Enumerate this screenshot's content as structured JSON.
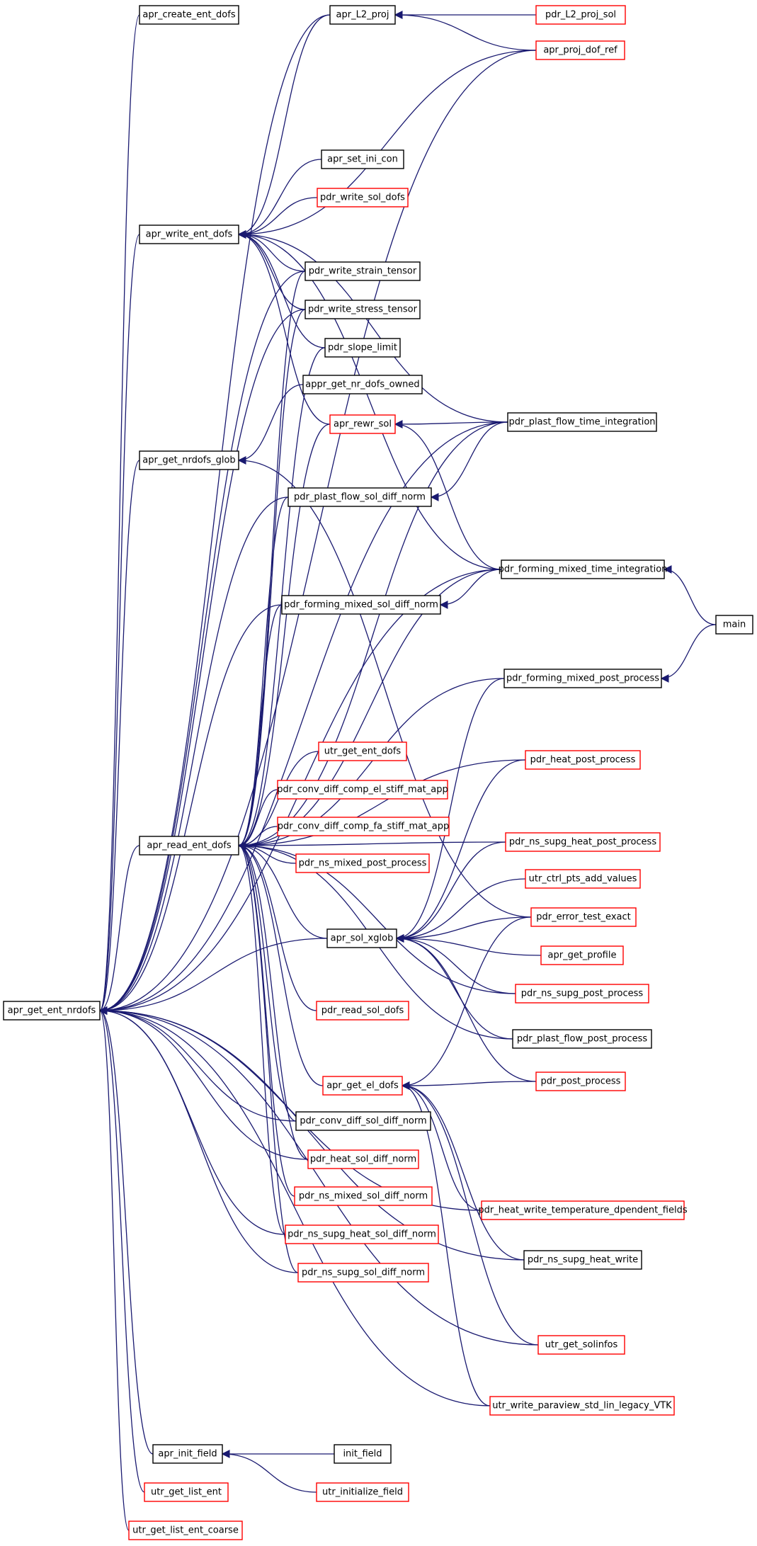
{
  "colors": {
    "edge": "#191970",
    "border_linked": "#000000",
    "border_unlinked": "#ff0000",
    "focus_fill": "#bfbfbf"
  },
  "nodes": [
    {
      "id": "apr_get_ent_nrdofs",
      "label": "apr_get_ent_nrdofs",
      "kind": "focus"
    },
    {
      "id": "apr_create_ent_dofs",
      "label": "apr_create_ent_dofs",
      "kind": "black"
    },
    {
      "id": "apr_L2_proj",
      "label": "apr_L2_proj",
      "kind": "black"
    },
    {
      "id": "pdr_L2_proj_sol",
      "label": "pdr_L2_proj_sol",
      "kind": "red"
    },
    {
      "id": "apr_proj_dof_ref",
      "label": "apr_proj_dof_ref",
      "kind": "red"
    },
    {
      "id": "apr_set_ini_con",
      "label": "apr_set_ini_con",
      "kind": "black"
    },
    {
      "id": "pdr_write_sol_dofs",
      "label": "pdr_write_sol_dofs",
      "kind": "red"
    },
    {
      "id": "apr_write_ent_dofs",
      "label": "apr_write_ent_dofs",
      "kind": "black"
    },
    {
      "id": "pdr_write_strain_tensor",
      "label": "pdr_write_strain_tensor",
      "kind": "black"
    },
    {
      "id": "pdr_write_stress_tensor",
      "label": "pdr_write_stress_tensor",
      "kind": "black"
    },
    {
      "id": "pdr_slope_limit",
      "label": "pdr_slope_limit",
      "kind": "black"
    },
    {
      "id": "appr_get_nr_dofs_owned",
      "label": "appr_get_nr_dofs_owned",
      "kind": "black"
    },
    {
      "id": "apr_rewr_sol",
      "label": "apr_rewr_sol",
      "kind": "red"
    },
    {
      "id": "pdr_plast_flow_time_integration",
      "label": "pdr_plast_flow_time_integration",
      "kind": "black"
    },
    {
      "id": "apr_get_nrdofs_glob",
      "label": "apr_get_nrdofs_glob",
      "kind": "black"
    },
    {
      "id": "pdr_plast_flow_sol_diff_norm",
      "label": "pdr_plast_flow_sol_diff_norm",
      "kind": "black"
    },
    {
      "id": "pdr_forming_mixed_time_integration",
      "label": "pdr_forming_mixed_time_integration",
      "kind": "black"
    },
    {
      "id": "pdr_forming_mixed_sol_diff_norm",
      "label": "pdr_forming_mixed_sol_diff_norm",
      "kind": "black"
    },
    {
      "id": "main",
      "label": "main",
      "kind": "black"
    },
    {
      "id": "pdr_forming_mixed_post_process",
      "label": "pdr_forming_mixed_post_process",
      "kind": "black"
    },
    {
      "id": "utr_get_ent_dofs",
      "label": "utr_get_ent_dofs",
      "kind": "red"
    },
    {
      "id": "pdr_heat_post_process",
      "label": "pdr_heat_post_process",
      "kind": "red"
    },
    {
      "id": "pdr_conv_diff_comp_el_stiff_mat_app",
      "label": "pdr_conv_diff_comp_el_stiff_mat_app",
      "kind": "red"
    },
    {
      "id": "pdr_conv_diff_comp_fa_stiff_mat_app",
      "label": "pdr_conv_diff_comp_fa_stiff_mat_app",
      "kind": "red"
    },
    {
      "id": "apr_read_ent_dofs",
      "label": "apr_read_ent_dofs",
      "kind": "black"
    },
    {
      "id": "pdr_ns_supg_heat_post_process",
      "label": "pdr_ns_supg_heat_post_process",
      "kind": "red"
    },
    {
      "id": "pdr_ns_mixed_post_process",
      "label": "pdr_ns_mixed_post_process",
      "kind": "red"
    },
    {
      "id": "utr_ctrl_pts_add_values",
      "label": "utr_ctrl_pts_add_values",
      "kind": "red"
    },
    {
      "id": "pdr_error_test_exact",
      "label": "pdr_error_test_exact",
      "kind": "red"
    },
    {
      "id": "apr_sol_xglob",
      "label": "apr_sol_xglob",
      "kind": "black"
    },
    {
      "id": "apr_get_profile",
      "label": "apr_get_profile",
      "kind": "red"
    },
    {
      "id": "pdr_ns_supg_post_process",
      "label": "pdr_ns_supg_post_process",
      "kind": "red"
    },
    {
      "id": "pdr_read_sol_dofs",
      "label": "pdr_read_sol_dofs",
      "kind": "red"
    },
    {
      "id": "pdr_plast_flow_post_process",
      "label": "pdr_plast_flow_post_process",
      "kind": "black"
    },
    {
      "id": "apr_get_el_dofs",
      "label": "apr_get_el_dofs",
      "kind": "red"
    },
    {
      "id": "pdr_post_process",
      "label": "pdr_post_process",
      "kind": "red"
    },
    {
      "id": "pdr_conv_diff_sol_diff_norm",
      "label": "pdr_conv_diff_sol_diff_norm",
      "kind": "black"
    },
    {
      "id": "pdr_heat_sol_diff_norm",
      "label": "pdr_heat_sol_diff_norm",
      "kind": "red"
    },
    {
      "id": "pdr_ns_mixed_sol_diff_norm",
      "label": "pdr_ns_mixed_sol_diff_norm",
      "kind": "red"
    },
    {
      "id": "pdr_heat_write_temperature_dpendent_fields",
      "label": "pdr_heat_write_temperature_dpendent_fields",
      "kind": "red"
    },
    {
      "id": "pdr_ns_supg_heat_sol_diff_norm",
      "label": "pdr_ns_supg_heat_sol_diff_norm",
      "kind": "red"
    },
    {
      "id": "pdr_ns_supg_heat_write",
      "label": "pdr_ns_supg_heat_write",
      "kind": "black"
    },
    {
      "id": "pdr_ns_supg_sol_diff_norm",
      "label": "pdr_ns_supg_sol_diff_norm",
      "kind": "red"
    },
    {
      "id": "utr_get_solinfos",
      "label": "utr_get_solinfos",
      "kind": "red"
    },
    {
      "id": "utr_write_paraview_std_lin_legacy_VTK",
      "label": "utr_write_paraview_std_lin_legacy_VTK",
      "kind": "red"
    },
    {
      "id": "apr_init_field",
      "label": "apr_init_field",
      "kind": "black"
    },
    {
      "id": "init_field",
      "label": "init_field",
      "kind": "black"
    },
    {
      "id": "utr_get_list_ent",
      "label": "utr_get_list_ent",
      "kind": "red"
    },
    {
      "id": "utr_initialize_field",
      "label": "utr_initialize_field",
      "kind": "red"
    },
    {
      "id": "utr_get_list_ent_coarse",
      "label": "utr_get_list_ent_coarse",
      "kind": "red"
    }
  ],
  "edges": [
    [
      "apr_create_ent_dofs",
      "apr_get_ent_nrdofs"
    ],
    [
      "apr_L2_proj",
      "apr_get_ent_nrdofs"
    ],
    [
      "apr_write_ent_dofs",
      "apr_get_ent_nrdofs"
    ],
    [
      "apr_get_nrdofs_glob",
      "apr_get_ent_nrdofs"
    ],
    [
      "apr_read_ent_dofs",
      "apr_get_ent_nrdofs"
    ],
    [
      "apr_sol_xglob",
      "apr_get_ent_nrdofs"
    ],
    [
      "apr_init_field",
      "apr_get_ent_nrdofs"
    ],
    [
      "utr_get_list_ent",
      "apr_get_ent_nrdofs"
    ],
    [
      "utr_get_list_ent_coarse",
      "apr_get_ent_nrdofs"
    ],
    [
      "apr_proj_dof_ref",
      "apr_get_ent_nrdofs"
    ],
    [
      "pdr_plast_flow_time_integration",
      "apr_get_ent_nrdofs"
    ],
    [
      "pdr_write_strain_tensor",
      "apr_get_ent_nrdofs"
    ],
    [
      "pdr_write_stress_tensor",
      "apr_get_ent_nrdofs"
    ],
    [
      "pdr_plast_flow_sol_diff_norm",
      "apr_get_ent_nrdofs"
    ],
    [
      "pdr_forming_mixed_time_integration",
      "apr_get_ent_nrdofs"
    ],
    [
      "pdr_forming_mixed_sol_diff_norm",
      "apr_get_ent_nrdofs"
    ],
    [
      "pdr_conv_diff_sol_diff_norm",
      "apr_get_ent_nrdofs"
    ],
    [
      "pdr_heat_sol_diff_norm",
      "apr_get_ent_nrdofs"
    ],
    [
      "pdr_ns_supg_heat_sol_diff_norm",
      "apr_get_ent_nrdofs"
    ],
    [
      "pdr_ns_supg_sol_diff_norm",
      "apr_get_ent_nrdofs"
    ],
    [
      "pdr_heat_write_temperature_dpendent_fields",
      "apr_get_ent_nrdofs"
    ],
    [
      "pdr_ns_supg_heat_write",
      "apr_get_ent_nrdofs"
    ],
    [
      "utr_get_solinfos",
      "apr_get_ent_nrdofs"
    ],
    [
      "utr_write_paraview_std_lin_legacy_VTK",
      "apr_get_ent_nrdofs"
    ],
    [
      "pdr_L2_proj_sol",
      "apr_L2_proj"
    ],
    [
      "apr_proj_dof_ref",
      "apr_L2_proj"
    ],
    [
      "apr_L2_proj",
      "apr_write_ent_dofs"
    ],
    [
      "apr_proj_dof_ref",
      "apr_write_ent_dofs"
    ],
    [
      "apr_set_ini_con",
      "apr_write_ent_dofs"
    ],
    [
      "pdr_write_sol_dofs",
      "apr_write_ent_dofs"
    ],
    [
      "pdr_write_strain_tensor",
      "apr_write_ent_dofs"
    ],
    [
      "pdr_write_stress_tensor",
      "apr_write_ent_dofs"
    ],
    [
      "pdr_slope_limit",
      "apr_write_ent_dofs"
    ],
    [
      "apr_rewr_sol",
      "apr_write_ent_dofs"
    ],
    [
      "pdr_forming_mixed_time_integration",
      "apr_write_ent_dofs"
    ],
    [
      "pdr_plast_flow_time_integration",
      "apr_write_ent_dofs"
    ],
    [
      "appr_get_nr_dofs_owned",
      "apr_get_nrdofs_glob"
    ],
    [
      "pdr_error_test_exact",
      "apr_get_nrdofs_glob"
    ],
    [
      "pdr_plast_flow_time_integration",
      "apr_rewr_sol"
    ],
    [
      "pdr_forming_mixed_time_integration",
      "apr_rewr_sol"
    ],
    [
      "pdr_plast_flow_time_integration",
      "pdr_plast_flow_sol_diff_norm"
    ],
    [
      "main",
      "pdr_forming_mixed_time_integration"
    ],
    [
      "pdr_forming_mixed_time_integration",
      "pdr_forming_mixed_sol_diff_norm"
    ],
    [
      "main",
      "pdr_forming_mixed_post_process"
    ],
    [
      "pdr_write_strain_tensor",
      "apr_read_ent_dofs"
    ],
    [
      "pdr_write_stress_tensor",
      "apr_read_ent_dofs"
    ],
    [
      "pdr_slope_limit",
      "apr_read_ent_dofs"
    ],
    [
      "apr_rewr_sol",
      "apr_read_ent_dofs"
    ],
    [
      "pdr_plast_flow_time_integration",
      "apr_read_ent_dofs"
    ],
    [
      "pdr_plast_flow_sol_diff_norm",
      "apr_read_ent_dofs"
    ],
    [
      "pdr_forming_mixed_time_integration",
      "apr_read_ent_dofs"
    ],
    [
      "pdr_forming_mixed_sol_diff_norm",
      "apr_read_ent_dofs"
    ],
    [
      "pdr_forming_mixed_post_process",
      "apr_read_ent_dofs"
    ],
    [
      "utr_get_ent_dofs",
      "apr_read_ent_dofs"
    ],
    [
      "pdr_heat_post_process",
      "apr_read_ent_dofs"
    ],
    [
      "pdr_conv_diff_comp_el_stiff_mat_app",
      "apr_read_ent_dofs"
    ],
    [
      "pdr_conv_diff_comp_fa_stiff_mat_app",
      "apr_read_ent_dofs"
    ],
    [
      "pdr_ns_mixed_post_process",
      "apr_read_ent_dofs"
    ],
    [
      "pdr_ns_supg_heat_post_process",
      "apr_read_ent_dofs"
    ],
    [
      "apr_sol_xglob",
      "apr_read_ent_dofs"
    ],
    [
      "pdr_read_sol_dofs",
      "apr_read_ent_dofs"
    ],
    [
      "pdr_ns_supg_post_process",
      "apr_read_ent_dofs"
    ],
    [
      "pdr_plast_flow_post_process",
      "apr_read_ent_dofs"
    ],
    [
      "apr_get_el_dofs",
      "apr_read_ent_dofs"
    ],
    [
      "pdr_conv_diff_sol_diff_norm",
      "apr_read_ent_dofs"
    ],
    [
      "pdr_heat_sol_diff_norm",
      "apr_read_ent_dofs"
    ],
    [
      "pdr_ns_mixed_sol_diff_norm",
      "apr_read_ent_dofs"
    ],
    [
      "pdr_ns_supg_heat_sol_diff_norm",
      "apr_read_ent_dofs"
    ],
    [
      "pdr_ns_supg_sol_diff_norm",
      "apr_read_ent_dofs"
    ],
    [
      "pdr_forming_mixed_post_process",
      "apr_sol_xglob"
    ],
    [
      "pdr_heat_post_process",
      "apr_sol_xglob"
    ],
    [
      "pdr_ns_supg_heat_post_process",
      "apr_sol_xglob"
    ],
    [
      "utr_ctrl_pts_add_values",
      "apr_sol_xglob"
    ],
    [
      "pdr_error_test_exact",
      "apr_sol_xglob"
    ],
    [
      "apr_get_profile",
      "apr_sol_xglob"
    ],
    [
      "pdr_ns_supg_post_process",
      "apr_sol_xglob"
    ],
    [
      "pdr_plast_flow_post_process",
      "apr_sol_xglob"
    ],
    [
      "pdr_post_process",
      "apr_sol_xglob"
    ],
    [
      "pdr_error_test_exact",
      "apr_get_el_dofs"
    ],
    [
      "pdr_post_process",
      "apr_get_el_dofs"
    ],
    [
      "pdr_heat_write_temperature_dpendent_fields",
      "apr_get_el_dofs"
    ],
    [
      "pdr_ns_supg_heat_write",
      "apr_get_el_dofs"
    ],
    [
      "utr_get_solinfos",
      "apr_get_el_dofs"
    ],
    [
      "utr_write_paraview_std_lin_legacy_VTK",
      "apr_get_el_dofs"
    ],
    [
      "init_field",
      "apr_init_field"
    ],
    [
      "utr_initialize_field",
      "apr_init_field"
    ]
  ]
}
